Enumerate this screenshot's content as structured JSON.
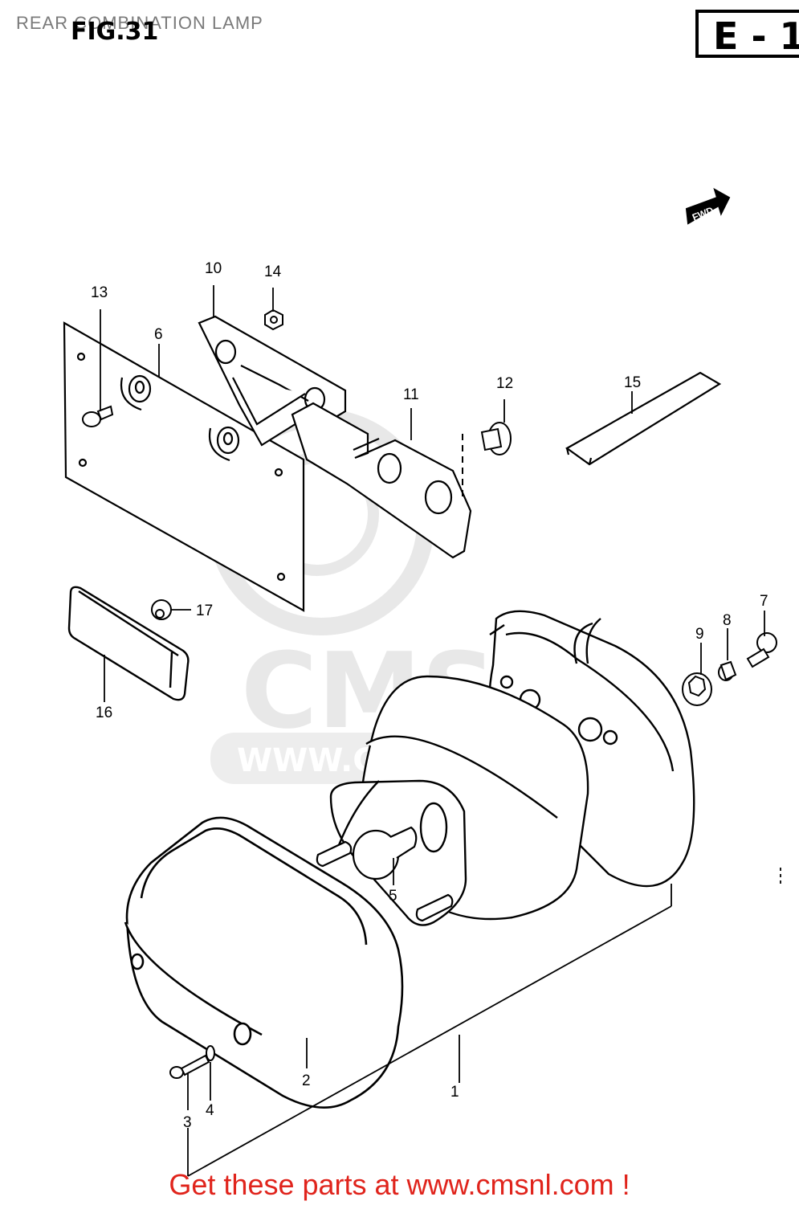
{
  "header": {
    "title": "REAR COMBINATION LAMP",
    "fig_label": "FIG.31",
    "section_code": "E - 1"
  },
  "direction_badge": {
    "label": "FWD"
  },
  "callouts": [
    {
      "id": "c1",
      "label": "1"
    },
    {
      "id": "c2",
      "label": "2"
    },
    {
      "id": "c3",
      "label": "3"
    },
    {
      "id": "c4",
      "label": "4"
    },
    {
      "id": "c5",
      "label": "5"
    },
    {
      "id": "c6",
      "label": "6"
    },
    {
      "id": "c7",
      "label": "7"
    },
    {
      "id": "c8",
      "label": "8"
    },
    {
      "id": "c9",
      "label": "9"
    },
    {
      "id": "c10",
      "label": "10"
    },
    {
      "id": "c11",
      "label": "11"
    },
    {
      "id": "c12",
      "label": "12"
    },
    {
      "id": "c13",
      "label": "13"
    },
    {
      "id": "c14",
      "label": "14"
    },
    {
      "id": "c15",
      "label": "15"
    },
    {
      "id": "c16",
      "label": "16"
    },
    {
      "id": "c17",
      "label": "17"
    }
  ],
  "watermark": {
    "brand": "CMS",
    "url": "WWW.CMSNL.COM"
  },
  "footer": {
    "cta": "Get these parts at www.cmsnl.com !"
  },
  "colors": {
    "line": "#000000",
    "title_gray": "#7a7a7a",
    "cta_red": "#e0241c",
    "watermark_gray": "#e6e6e6"
  }
}
